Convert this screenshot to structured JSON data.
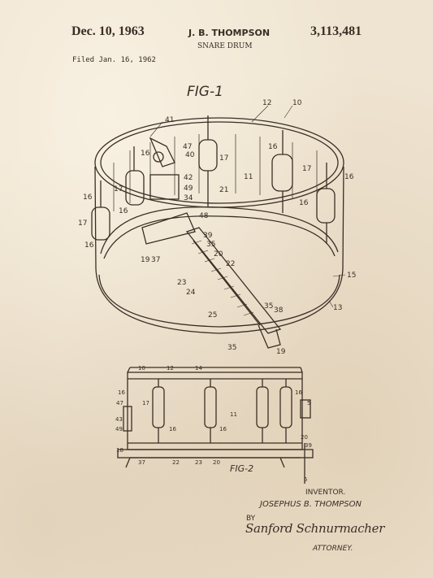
{
  "header": {
    "date": "Dec. 10, 1963",
    "inventor": "J. B. THOMPSON",
    "patent_number": "3,113,481",
    "title": "SNARE DRUM",
    "filed": "Filed Jan. 16, 1962"
  },
  "figures": {
    "fig1_label": "FIG-1",
    "fig2_label": "FIG-2",
    "fig1_numbers": [
      "41",
      "12",
      "10",
      "47",
      "16",
      "40",
      "17",
      "16",
      "17",
      "11",
      "16",
      "16",
      "42",
      "49",
      "34",
      "17",
      "16",
      "48",
      "17",
      "16",
      "19",
      "39",
      "35",
      "37",
      "20",
      "22",
      "23",
      "24",
      "25",
      "15",
      "13",
      "35",
      "38",
      "19",
      "35",
      "21",
      "16"
    ],
    "fig2_numbers": [
      "10",
      "12",
      "14",
      "16",
      "16",
      "47",
      "43",
      "49",
      "11",
      "5",
      "17",
      "16",
      "16",
      "20",
      "39",
      "18",
      "37",
      "22",
      "23",
      "20",
      "5"
    ]
  },
  "signature": {
    "inventor_label": "INVENTOR.",
    "inventor_name": "JOSEPHUS B. THOMPSON",
    "by": "BY",
    "attorney_signature": "Sanford Schnurmacher",
    "attorney_label": "ATTORNEY."
  }
}
